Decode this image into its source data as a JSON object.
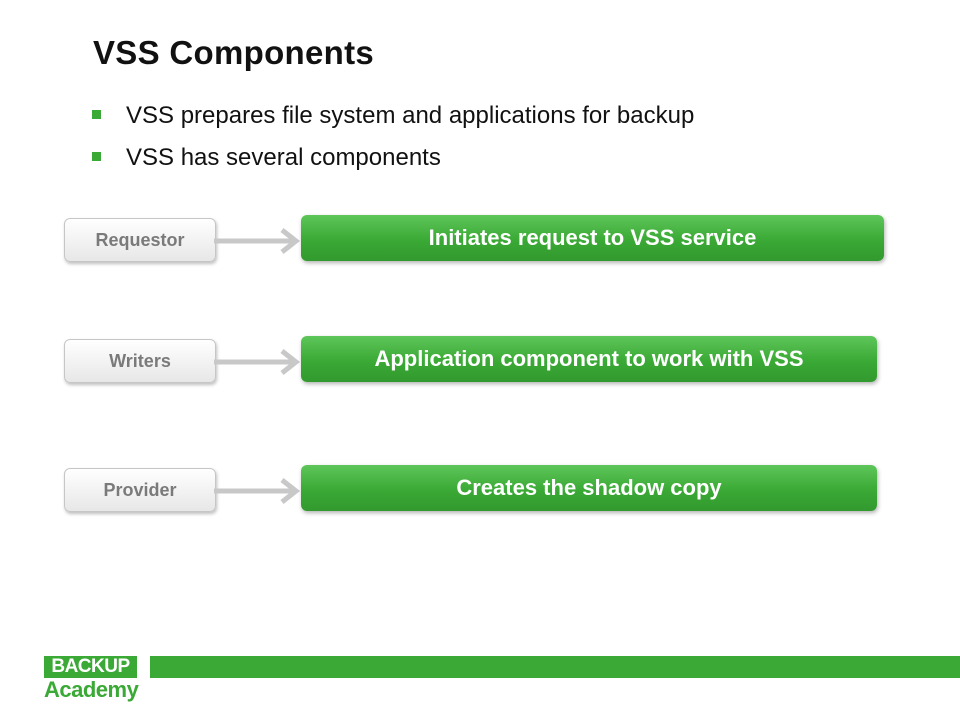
{
  "slide": {
    "title": "VSS Components",
    "bullets": [
      "VSS prepares file system and applications for backup",
      "VSS has several components"
    ]
  },
  "components": [
    {
      "label": "Requestor",
      "description": "Initiates request to VSS service"
    },
    {
      "label": "Writers",
      "description": "Application component to work with VSS"
    },
    {
      "label": "Provider",
      "description": "Creates the shadow copy"
    }
  ],
  "logo": {
    "top_text": "BACKUP",
    "bottom_text": "Academy"
  },
  "colors": {
    "accent": "#3aa935",
    "label_text": "#7a7a7a",
    "arrow": "#c8c8c8"
  },
  "icons": [
    "right-arrow-icon",
    "square-bullet-icon"
  ]
}
